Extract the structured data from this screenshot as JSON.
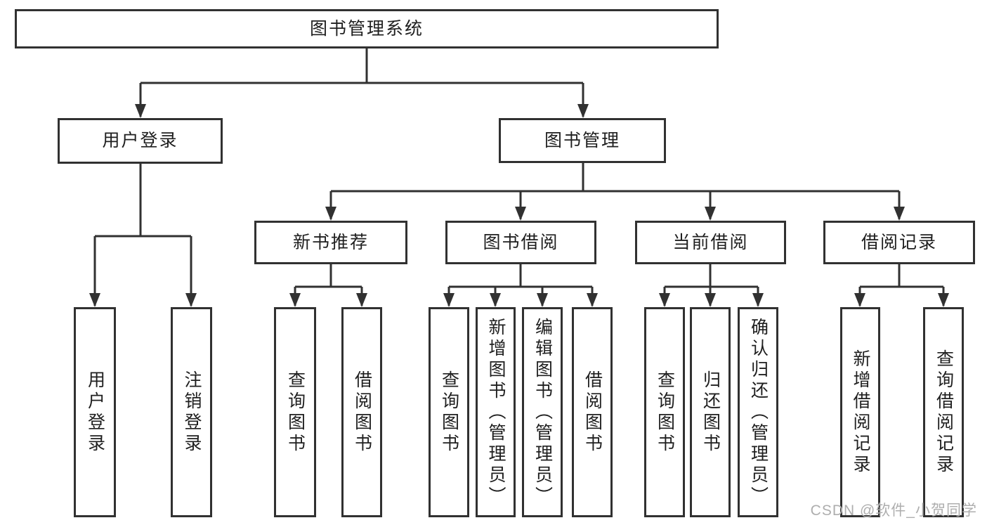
{
  "tree": {
    "root": "图书管理系统",
    "user_login": {
      "label": "用户登录",
      "children": [
        "用户登录",
        "注销登录"
      ]
    },
    "book_mgmt": {
      "label": "图书管理",
      "sections": [
        {
          "label": "新书推荐",
          "children": [
            "查询图书",
            "借阅图书"
          ]
        },
        {
          "label": "图书借阅",
          "children": [
            "查询图书",
            "新增图书（管理员）",
            "编辑图书（管理员）",
            "借阅图书"
          ]
        },
        {
          "label": "当前借阅",
          "children": [
            "查询图书",
            "归还图书",
            "确认归还（管理员）"
          ]
        },
        {
          "label": "借阅记录",
          "children": [
            "新增借阅记录",
            "查询借阅记录"
          ]
        }
      ]
    }
  },
  "watermark": "CSDN @软件_小贺同学",
  "colors": {
    "line": "#313131",
    "text": "#1f1f1f",
    "background": "#ffffff",
    "watermark": "#aeaeae"
  }
}
